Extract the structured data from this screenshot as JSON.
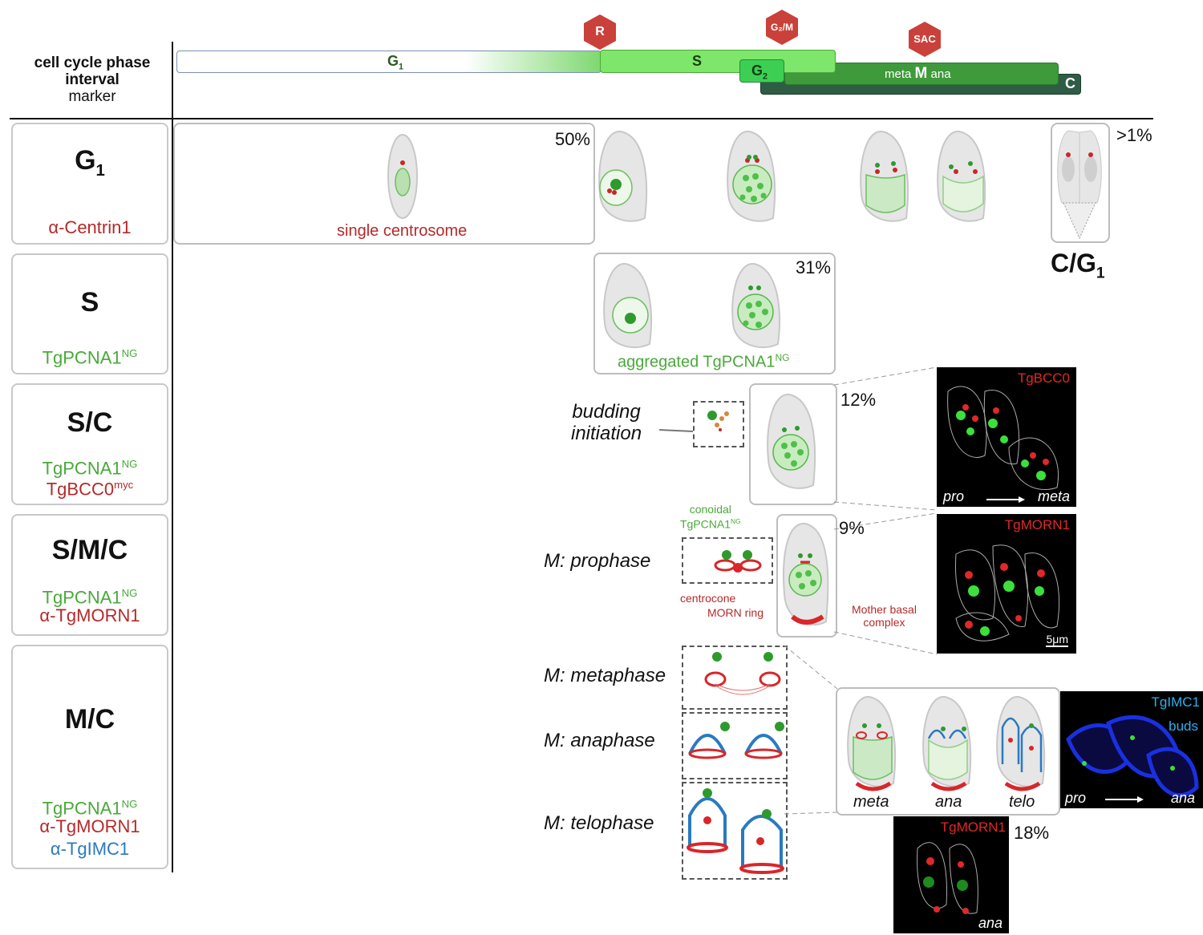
{
  "header": {
    "label_line1": "cell cycle phase",
    "label_line2": "interval",
    "label_line3": "marker"
  },
  "timeline": {
    "phases": [
      {
        "id": "G1",
        "label": "G",
        "sub": "1"
      },
      {
        "id": "S",
        "label": "S"
      },
      {
        "id": "G2",
        "label": "G",
        "sub": "2"
      },
      {
        "id": "M",
        "label_pre": "meta",
        "label": "M",
        "label_post": "ana"
      },
      {
        "id": "C",
        "label": "C"
      }
    ],
    "checkpoints": [
      {
        "id": "R",
        "label": "R"
      },
      {
        "id": "G2M",
        "label": "G₂/M"
      },
      {
        "id": "SAC",
        "label": "SAC"
      }
    ]
  },
  "rows": [
    {
      "id": "g1",
      "title": "G",
      "title_sub": "1",
      "markers": [
        {
          "text": "α-Centrin1",
          "color": "red"
        }
      ]
    },
    {
      "id": "s",
      "title": "S",
      "markers": [
        {
          "text": "TgPCNA1",
          "sup": "NG",
          "color": "green"
        }
      ]
    },
    {
      "id": "sc",
      "title": "S/C",
      "markers": [
        {
          "text": "TgPCNA1",
          "sup": "NG",
          "color": "green"
        },
        {
          "text": "TgBCC0",
          "sup": "myc",
          "color": "red"
        }
      ]
    },
    {
      "id": "smc",
      "title": "S/M/C",
      "markers": [
        {
          "text": "TgPCNA1",
          "sup": "NG",
          "color": "green"
        },
        {
          "text": "α-TgMORN1",
          "color": "red"
        }
      ]
    },
    {
      "id": "mc",
      "title": "M/C",
      "markers": [
        {
          "text": "TgPCNA1",
          "sup": "NG",
          "color": "green"
        },
        {
          "text": "α-TgMORN1",
          "color": "red"
        },
        {
          "text": "α-TgIMC1",
          "color": "blue"
        }
      ]
    }
  ],
  "panels": {
    "g1": {
      "percent": "50%",
      "caption": "single centrosome"
    },
    "cg1": {
      "percent": ">1%",
      "label": "C/G",
      "label_sub": "1"
    },
    "s": {
      "percent": "31%",
      "caption": "aggregated TgPCNA1",
      "caption_sup": "NG"
    },
    "sc": {
      "percent": "12%",
      "annotation_line1": "budding",
      "annotation_line2": "initiation"
    },
    "smc": {
      "percent": "9%",
      "stage": "M: prophase",
      "label_conoidal_1": "conoidal",
      "label_conoidal_2": "TgPCNA1",
      "label_conoidal_sup": "NG",
      "label_centrocone": "centrocone",
      "label_morn_ring": "MORN ring",
      "label_mother_1": "Mother basal",
      "label_mother_2": "complex"
    },
    "mc": {
      "percent": "18%",
      "stages": [
        "M: metaphase",
        "M: anaphase",
        "M: telophase"
      ],
      "cell_labels": [
        "meta",
        "ana",
        "telo"
      ]
    }
  },
  "micrographs": {
    "bcc0": {
      "marker": "TgBCC0",
      "from": "pro",
      "to": "meta"
    },
    "morn1": {
      "marker": "TgMORN1",
      "scale": "5μm"
    },
    "imc1": {
      "marker": "TgIMC1",
      "annotation": "buds",
      "from": "pro",
      "to": "ana"
    },
    "morn1_ana": {
      "marker": "TgMORN1",
      "stage": "ana"
    }
  }
}
